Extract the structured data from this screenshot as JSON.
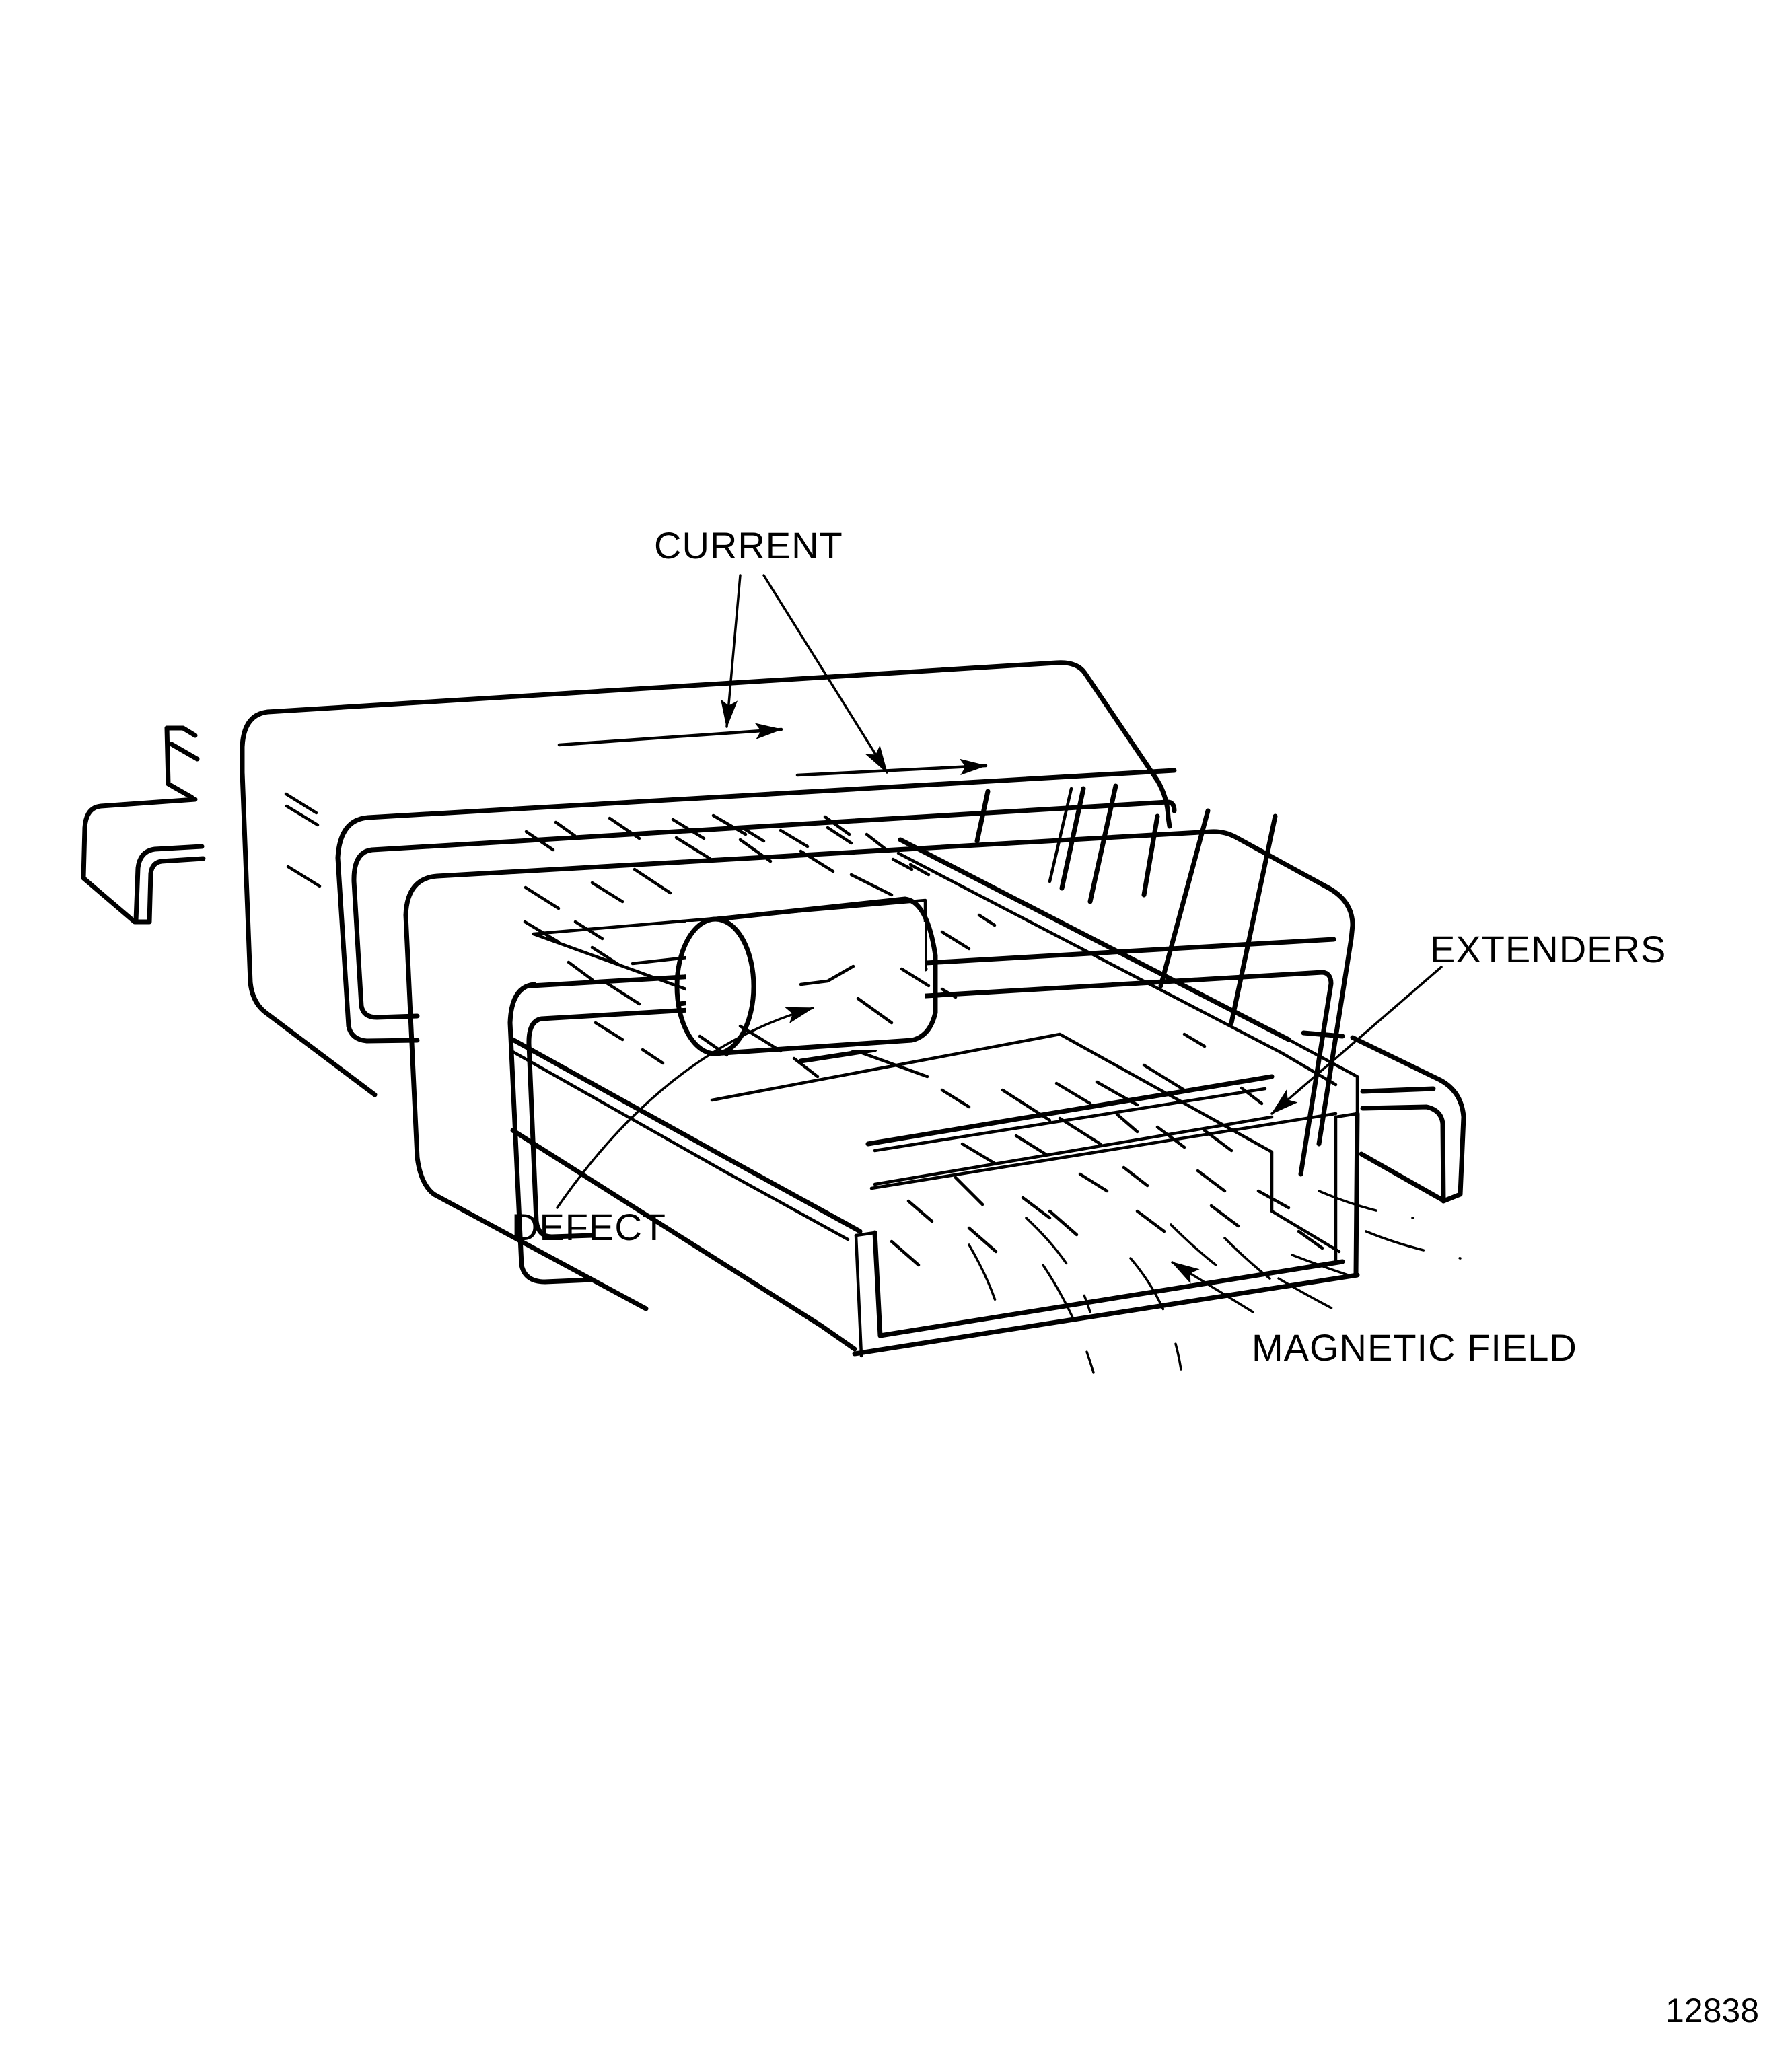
{
  "figure": {
    "title": "Magnetic particle inspection coil with extenders",
    "figure_number": "12838",
    "labels": {
      "current": "CURRENT",
      "extenders": "EXTENDERS",
      "defect": "DEFECT",
      "magnetic_field": "MAGNETIC FIELD"
    },
    "colors": {
      "ink": "#000000",
      "background": "#ffffff"
    }
  }
}
